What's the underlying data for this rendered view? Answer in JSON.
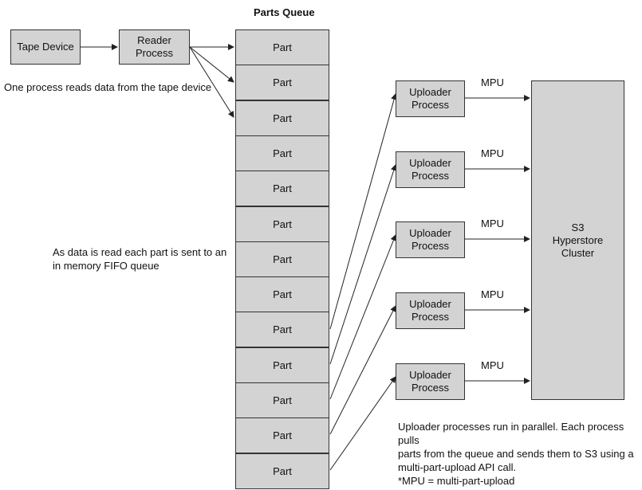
{
  "queue": {
    "title": "Parts Queue",
    "parts": [
      "Part",
      "Part",
      "Part",
      "Part",
      "Part",
      "Part",
      "Part",
      "Part",
      "Part",
      "Part",
      "Part",
      "Part",
      "Part"
    ]
  },
  "tape_device": {
    "label": "Tape Device"
  },
  "reader": {
    "label": "Reader\nProcess"
  },
  "uploaders": [
    {
      "label": "Uploader\nProcess",
      "mpu": "MPU"
    },
    {
      "label": "Uploader\nProcess",
      "mpu": "MPU"
    },
    {
      "label": "Uploader\nProcess",
      "mpu": "MPU"
    },
    {
      "label": "Uploader\nProcess",
      "mpu": "MPU"
    },
    {
      "label": "Uploader\nProcess",
      "mpu": "MPU"
    }
  ],
  "cluster": {
    "label": "S3\nHyperstore\nCluster"
  },
  "notes": {
    "reader_note": "One process reads data from the tape device",
    "queue_note": "As data is read each part is sent to an\nin memory FIFO queue",
    "uploader_note": "Uploader processes run in parallel. Each process pulls\nparts from the queue and sends them to S3 using a\nmulti-part-upload API call.",
    "mpu_note": "*MPU = multi-part-upload"
  }
}
